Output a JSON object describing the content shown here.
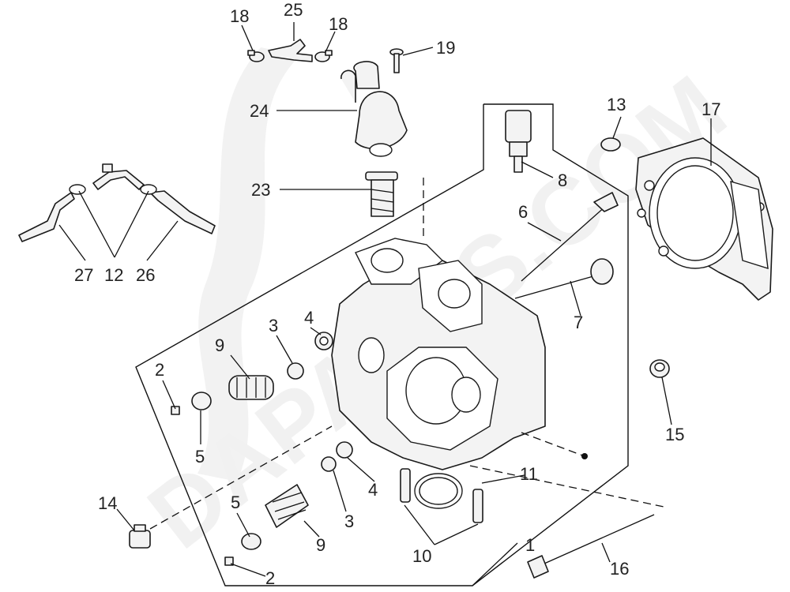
{
  "watermark": {
    "text": "DAPARTS.COM"
  },
  "callouts": {
    "n18a": "18",
    "n25": "25",
    "n18b": "18",
    "n19": "19",
    "n24": "24",
    "n13": "13",
    "n17": "17",
    "n8": "8",
    "n23": "23",
    "n6": "6",
    "n27": "27",
    "n12": "12",
    "n26": "26",
    "n7": "7",
    "n9a": "9",
    "n3a": "3",
    "n4a": "4",
    "n2a": "2",
    "n5a": "5",
    "n15": "15",
    "n11": "11",
    "n4b": "4",
    "n14": "14",
    "n5b": "5",
    "n3b": "3",
    "n9b": "9",
    "n1": "1",
    "n10": "10",
    "n16": "16",
    "n2b": "2"
  }
}
